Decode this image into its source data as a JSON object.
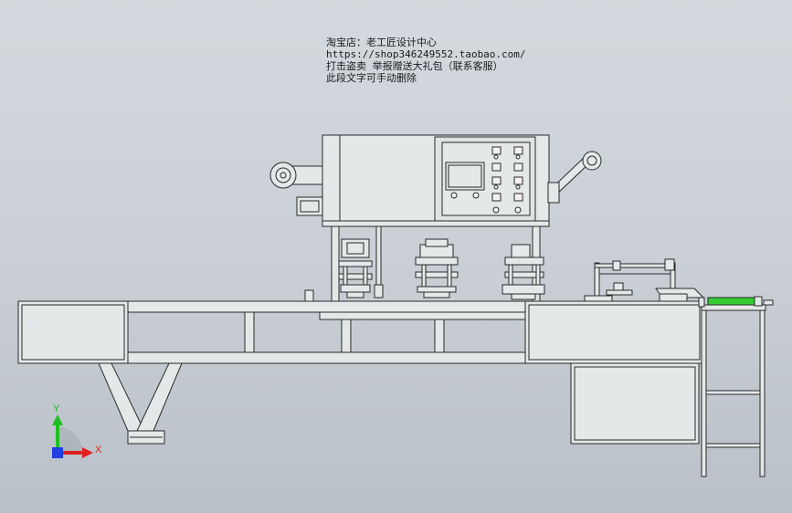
{
  "watermark": {
    "line1": "淘宝店：老工匠设计中心",
    "line2": "https://shop346249552.taobao.com/",
    "line3": "打击盗卖 举报赠送大礼包（联系客服）",
    "line4": "此段文字可手动删除"
  },
  "triad": {
    "y_label": "Y",
    "x_label": "X"
  },
  "colors": {
    "background": "#c8ced4",
    "panel": "#e4e8e8",
    "outline": "#2a2a2a",
    "conveyor_green": "#33cc33",
    "axis_red": "#e02020",
    "axis_green": "#20c020",
    "axis_blue": "#2040e0"
  }
}
